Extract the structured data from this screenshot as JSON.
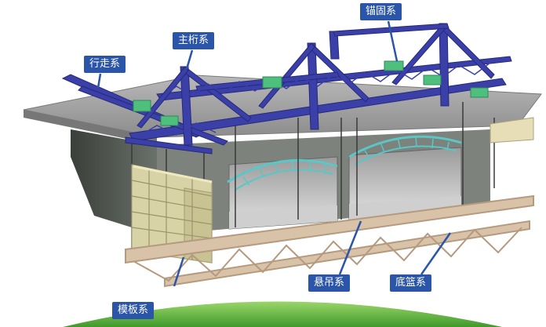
{
  "labels": {
    "walking_system": "行走系",
    "main_truss": "主桁系",
    "anchor_system": "锚固系",
    "formwork_system": "模板系",
    "suspension_system": "悬吊系",
    "bottom_basket": "底篮系"
  },
  "colors": {
    "callout_bg": "#2a55a8",
    "truss_blue": "#3b3fa8",
    "truss_dark": "#262a7a",
    "green_parts": "#4fbf7e",
    "teal_arch": "#5bc6c6",
    "formwork_tan": "#d8d3a6",
    "bottom_truss": "#d8c2a8",
    "deck_grey": "#9a9a9a",
    "ground_green": "#6cc040"
  }
}
